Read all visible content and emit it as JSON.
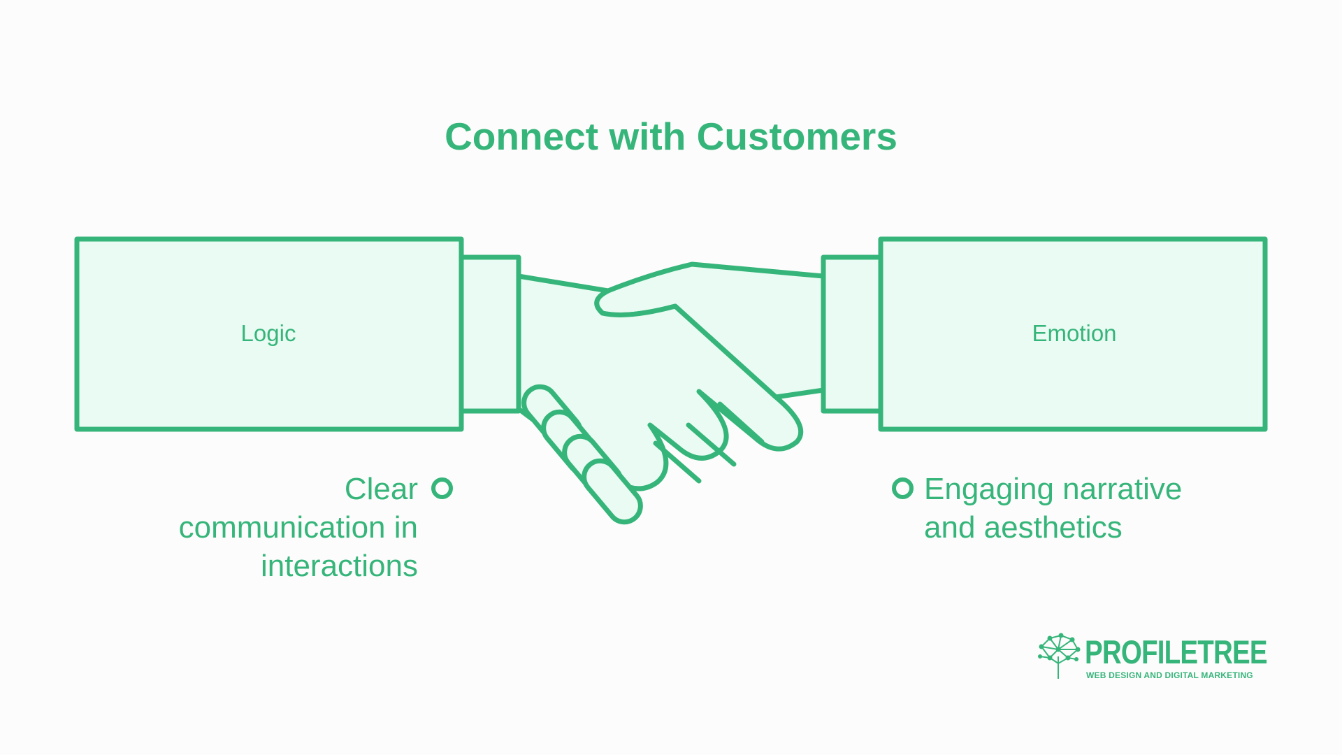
{
  "title": "Connect with Customers",
  "left": {
    "label": "Logic",
    "point": "Clear communication in interactions"
  },
  "right": {
    "label": "Emotion",
    "point": "Engaging narrative and aesthetics"
  },
  "logo": {
    "name": "PROFILETREE",
    "tagline": "WEB DESIGN AND DIGITAL MARKETING"
  },
  "colors": {
    "accent": "#36b57a",
    "fill": "#eafbf3",
    "background": "#fcfcfc"
  },
  "icons": [
    "handshake-icon",
    "bullet-dot-icon",
    "tree-network-icon"
  ]
}
